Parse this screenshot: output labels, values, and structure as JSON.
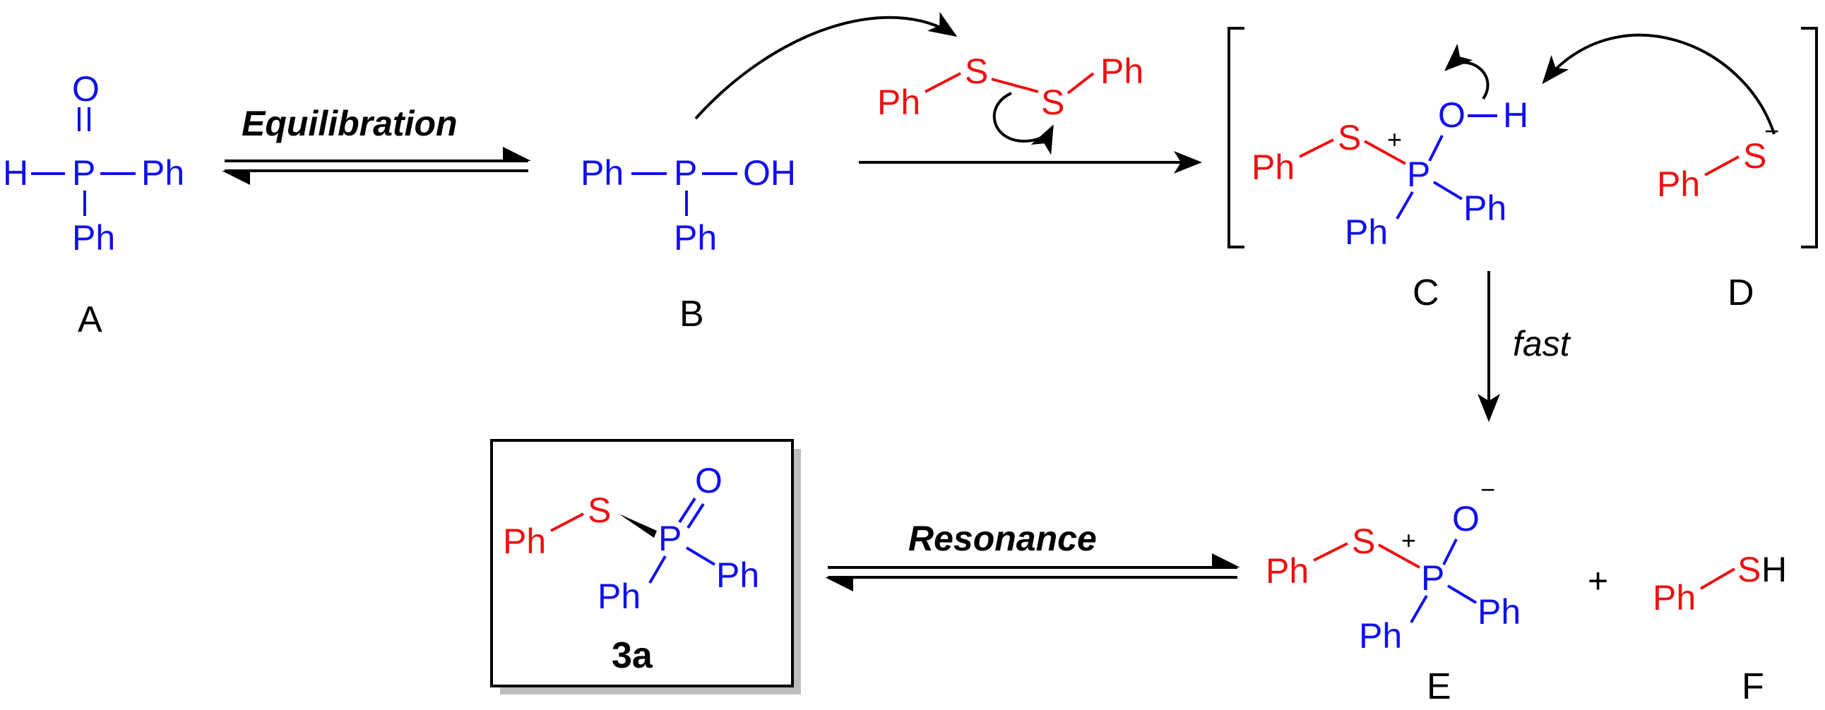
{
  "atoms": {
    "O": "O",
    "P": "P",
    "H": "H",
    "Ph": "Ph",
    "S": "S",
    "OH": "OH",
    "plus": "+",
    "minus": "−",
    "plus_sign": "+"
  },
  "labels": {
    "A": "A",
    "B": "B",
    "C": "C",
    "D": "D",
    "E": "E",
    "F": "F",
    "product": "3a"
  },
  "arrows": {
    "equilibration": "Equilibration",
    "resonance": "Resonance",
    "fast": "fast"
  },
  "colors": {
    "phosphorus_fragment": "#1010ee",
    "sulfur_fragment": "#ee1010",
    "arrows_and_labels": "#000000"
  }
}
